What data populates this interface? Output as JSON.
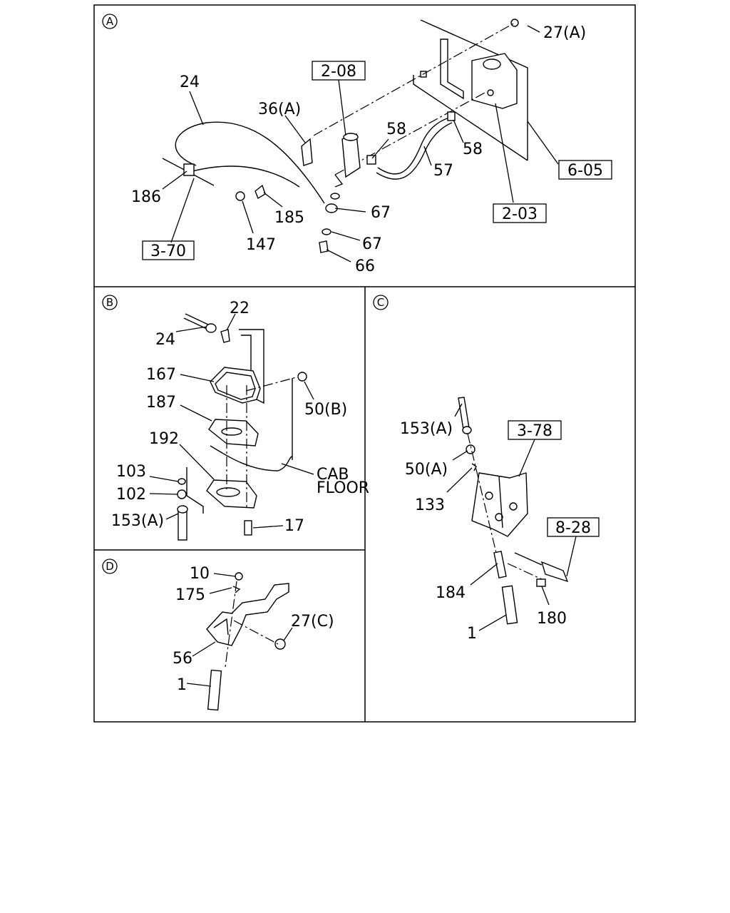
{
  "sections": {
    "A": {
      "marker": "A"
    },
    "B": {
      "marker": "B"
    },
    "C": {
      "marker": "C"
    },
    "D": {
      "marker": "D"
    }
  },
  "labels": {
    "a_27a": "27(A)",
    "a_2_08": "2-08",
    "a_24": "24",
    "a_36a": "36(A)",
    "a_58_left": "58",
    "a_58_right": "58",
    "a_57": "57",
    "a_6_05": "6-05",
    "a_2_03": "2-03",
    "a_186": "186",
    "a_185": "185",
    "a_67_upper": "67",
    "a_67_lower": "67",
    "a_147": "147",
    "a_66": "66",
    "a_3_70": "3-70",
    "b_22": "22",
    "b_24": "24",
    "b_167": "167",
    "b_187": "187",
    "b_50b": "50(B)",
    "b_192": "192",
    "b_cab": "CAB",
    "b_floor": "FLOOR",
    "b_103": "103",
    "b_102": "102",
    "b_153a": "153(A)",
    "b_17": "17",
    "c_153a": "153(A)",
    "c_3_78": "3-78",
    "c_50a": "50(A)",
    "c_133": "133",
    "c_8_28": "8-28",
    "c_184": "184",
    "c_180": "180",
    "c_1": "1",
    "d_10": "10",
    "d_175": "175",
    "d_27c": "27(C)",
    "d_56": "56",
    "d_1": "1"
  }
}
